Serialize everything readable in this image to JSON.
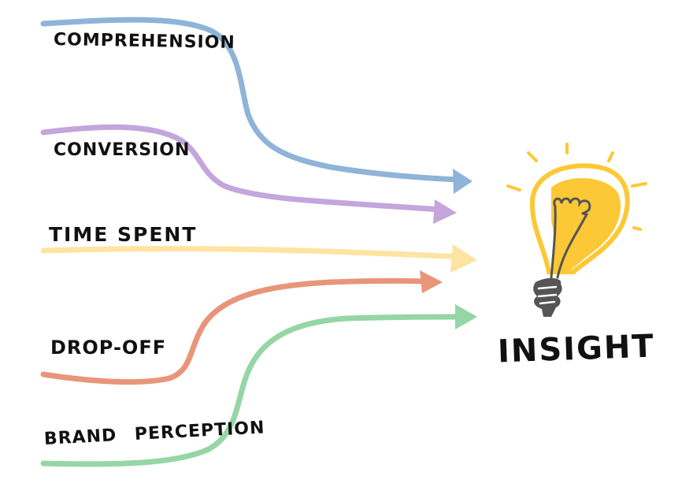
{
  "labels": {
    "comprehension": "COMPREHENSION",
    "conversion": "CONVERSION",
    "time_spent": "TIME SPENT",
    "drop_off": "DROP-OFF",
    "brand_perception": "BRAND PERCEPTION",
    "insight": "INSIGHT"
  },
  "colors": {
    "comprehension": "#8fb3d9",
    "conversion": "#c3a6dc",
    "time_spent": "#fde4a0",
    "drop_off": "#e8957a",
    "brand_perception": "#94d6a5",
    "bulb": "#fcc835",
    "bulb_base": "#555555"
  },
  "icons": {
    "bulb": "lightbulb-icon"
  }
}
